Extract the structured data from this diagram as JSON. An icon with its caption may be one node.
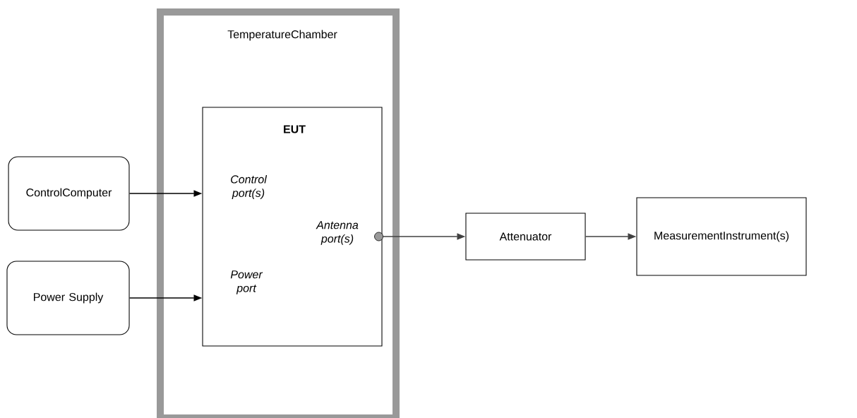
{
  "diagram": {
    "nodes": [
      {
        "text": [
          "TemperatureChamber"
        ]
      },
      {
        "text": [
          "EUT",
          "Control port(s)",
          "Antenna port(s)",
          "Power port"
        ],
        "in": 0
      },
      {
        "text": [
          "ControlComputer"
        ]
      },
      {
        "text": [
          "Power Supply"
        ]
      },
      {
        "text": [
          "Attenuator"
        ]
      },
      {
        "text": [
          "MeasurementInstrument(s)"
        ]
      }
    ],
    "edges": [
      {
        "from": 2,
        "to": 1,
        "arrow": "to"
      },
      {
        "from": 3,
        "to": 1,
        "arrow": "to"
      },
      {
        "from": 1,
        "to": 4,
        "arrow": "to",
        "color": "#404040"
      },
      {
        "from": 4,
        "to": 5,
        "arrow": "to",
        "color": "#404040"
      }
    ]
  }
}
